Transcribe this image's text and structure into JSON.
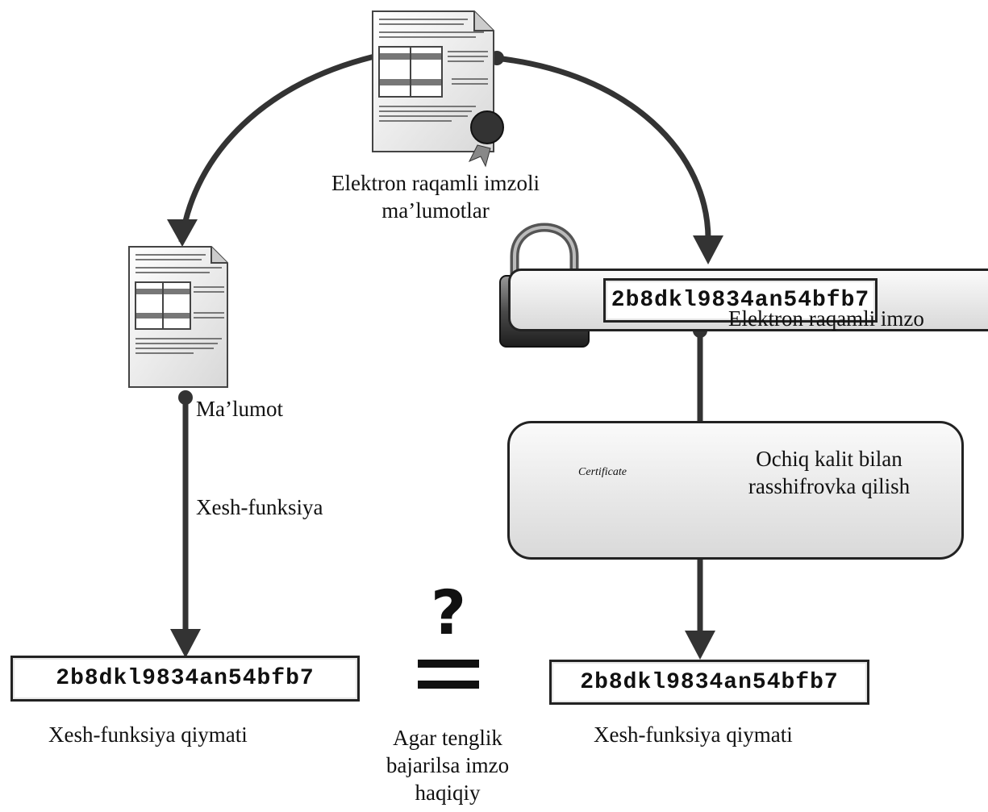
{
  "signed_data": {
    "label_line1": "Elektron raqamli imzoli",
    "label_line2": "ma’lumotlar",
    "icon": "signed-document-icon"
  },
  "data_doc": {
    "icon": "document-icon",
    "label": "Ma’lumot"
  },
  "hash_function": {
    "label": "Xesh-funksiya"
  },
  "signature": {
    "hash": "2b8dkl9834an54bfb7",
    "label": "Elektron raqamli imzo",
    "icon": "padlock-icon"
  },
  "decrypt": {
    "line1": "Ochiq kalit bilan",
    "line2": "rasshifrovka qilish",
    "icon": "certificate-key-icon",
    "certificate_text": "Certificate"
  },
  "left_result": {
    "hash": "2b8dkl9834an54bfb7",
    "label": "Xesh-funksiya qiymati"
  },
  "right_result": {
    "hash": "2b8dkl9834an54bfb7",
    "label": "Xesh-funksiya qiymati"
  },
  "comparison": {
    "symbol": "?",
    "line1": "Agar tenglik",
    "line2": "bajarilsa imzo",
    "line3": "haqiqiy"
  }
}
